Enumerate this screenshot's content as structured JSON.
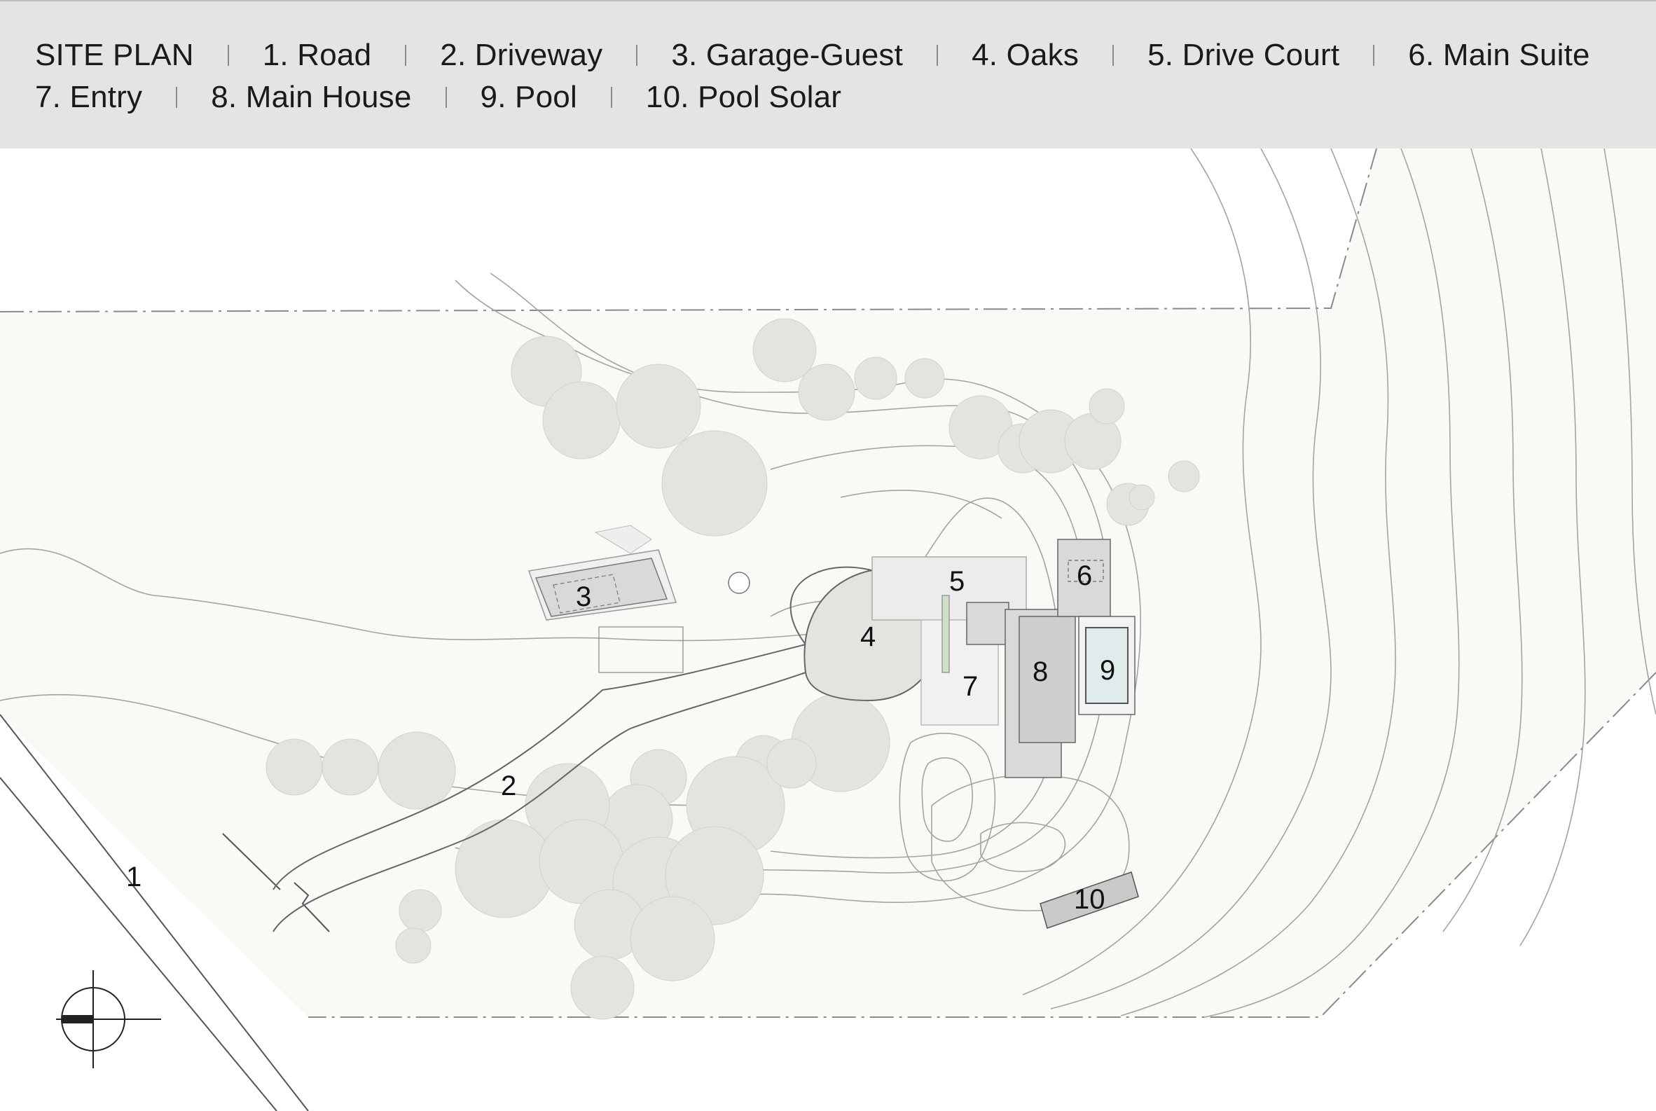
{
  "legend": {
    "title": "SITE PLAN",
    "items": [
      "1. Road",
      "2. Driveway",
      "3. Garage-Guest",
      "4. Oaks",
      "5. Drive Court",
      "6. Main Suite",
      "7. Entry",
      "8. Main House",
      "9. Pool",
      "10. Pool Solar"
    ]
  },
  "plan": {
    "numbers": [
      "1",
      "2",
      "3",
      "4",
      "5",
      "6",
      "7",
      "8",
      "9",
      "10"
    ],
    "icon": "north-arrow-icon",
    "colors": {
      "ground": "#f9faf5",
      "trees": "#e2e4df",
      "buildings": "#d9d9d9",
      "pool": "#dfeceb",
      "contours": "#9a9a9a"
    }
  }
}
